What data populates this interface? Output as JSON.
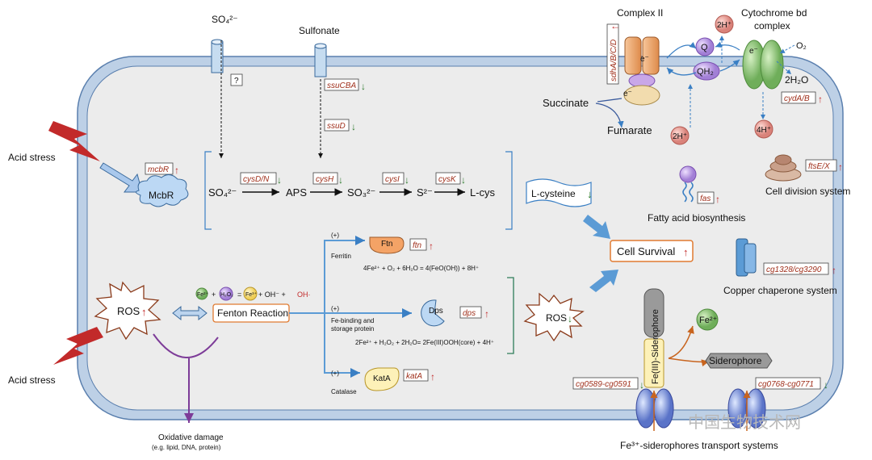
{
  "inputs": {
    "sulfate": "SO₄²⁻",
    "sulfonate": "Sulfonate",
    "unknown_transporter": "?",
    "ssuCBA": "ssuCBA",
    "ssuD": "ssuD"
  },
  "stress": {
    "acid_top": "Acid stress",
    "acid_bottom": "Acid stress"
  },
  "regulator": {
    "gene": "mcbR",
    "protein": "McbR"
  },
  "pathway": {
    "nodes": [
      "SO₄²⁻",
      "APS",
      "SO₃²⁻",
      "S²⁻",
      "L-cys"
    ],
    "genes": [
      "cysD/N",
      "cysH",
      "cysI",
      "cysK"
    ],
    "lcysteine": "L-cysteine"
  },
  "respiration": {
    "complex2": "Complex II",
    "sdh_gene": "sdhA/B/C/D",
    "e_label": "e⁻",
    "q": "Q",
    "qh2": "QH₂",
    "h_top": "2H⁺",
    "h_bottom": "2H⁺",
    "cyt_title1": "Cytochrome bd",
    "cyt_title2": "complex",
    "o2": "O₂",
    "h2o": "2H₂O",
    "cyd_gene": "cydA/B",
    "h4": "4H⁺",
    "succinate": "Succinate",
    "fumarate": "Fumarate"
  },
  "side": {
    "division_gene": "ftsE/X",
    "division": "Cell division system",
    "fas_gene": "fas",
    "fatty": "Fatty acid biosynthesis",
    "copper_gene": "cg1328/cg3290",
    "copper": "Copper chaperone system"
  },
  "survival": "Cell Survival",
  "ros": {
    "ros": "ROS",
    "fenton": "Fenton Reaction",
    "fenton_eq": [
      "Fe²⁺",
      "+",
      "H₂O₂",
      "=",
      "Fe³⁺",
      "+ OH⁻ +",
      "OH·"
    ],
    "oxidative1": "Oxidative damage",
    "oxidative2": "(e.g. lipid, DNA, protein)",
    "ros_right": "ROS"
  },
  "defense": {
    "plus": "(+)",
    "ferritin": "Ferritin",
    "ftn": "Ftn",
    "ftn_gene": "ftn",
    "ftn_eq": "4Fe²⁺ + O₂ + 6H₂O = 4(FeO(OH)) + 8H⁺",
    "fe_bind1": "Fe-binding and",
    "fe_bind2": "storage protein",
    "dps": "Dps",
    "dps_gene": "dps",
    "dps_eq": "2Fe²⁺ + H₂O₂ + 2H₂O= 2Fe(III)OOH(core) + 4H⁺",
    "catalase": "Catalase",
    "kata": "KatA",
    "kata_gene": "katA"
  },
  "iron": {
    "siderophore_complex": "Fe(III)-Siderophore",
    "fe2": "Fe²⁺",
    "siderophore": "Siderophore",
    "gene1": "cg0589-cg0591",
    "gene2": "cg0768-cg0771",
    "transport": "Fe³⁺-siderophores transport systems"
  },
  "watermark": "中国生物技术网"
}
